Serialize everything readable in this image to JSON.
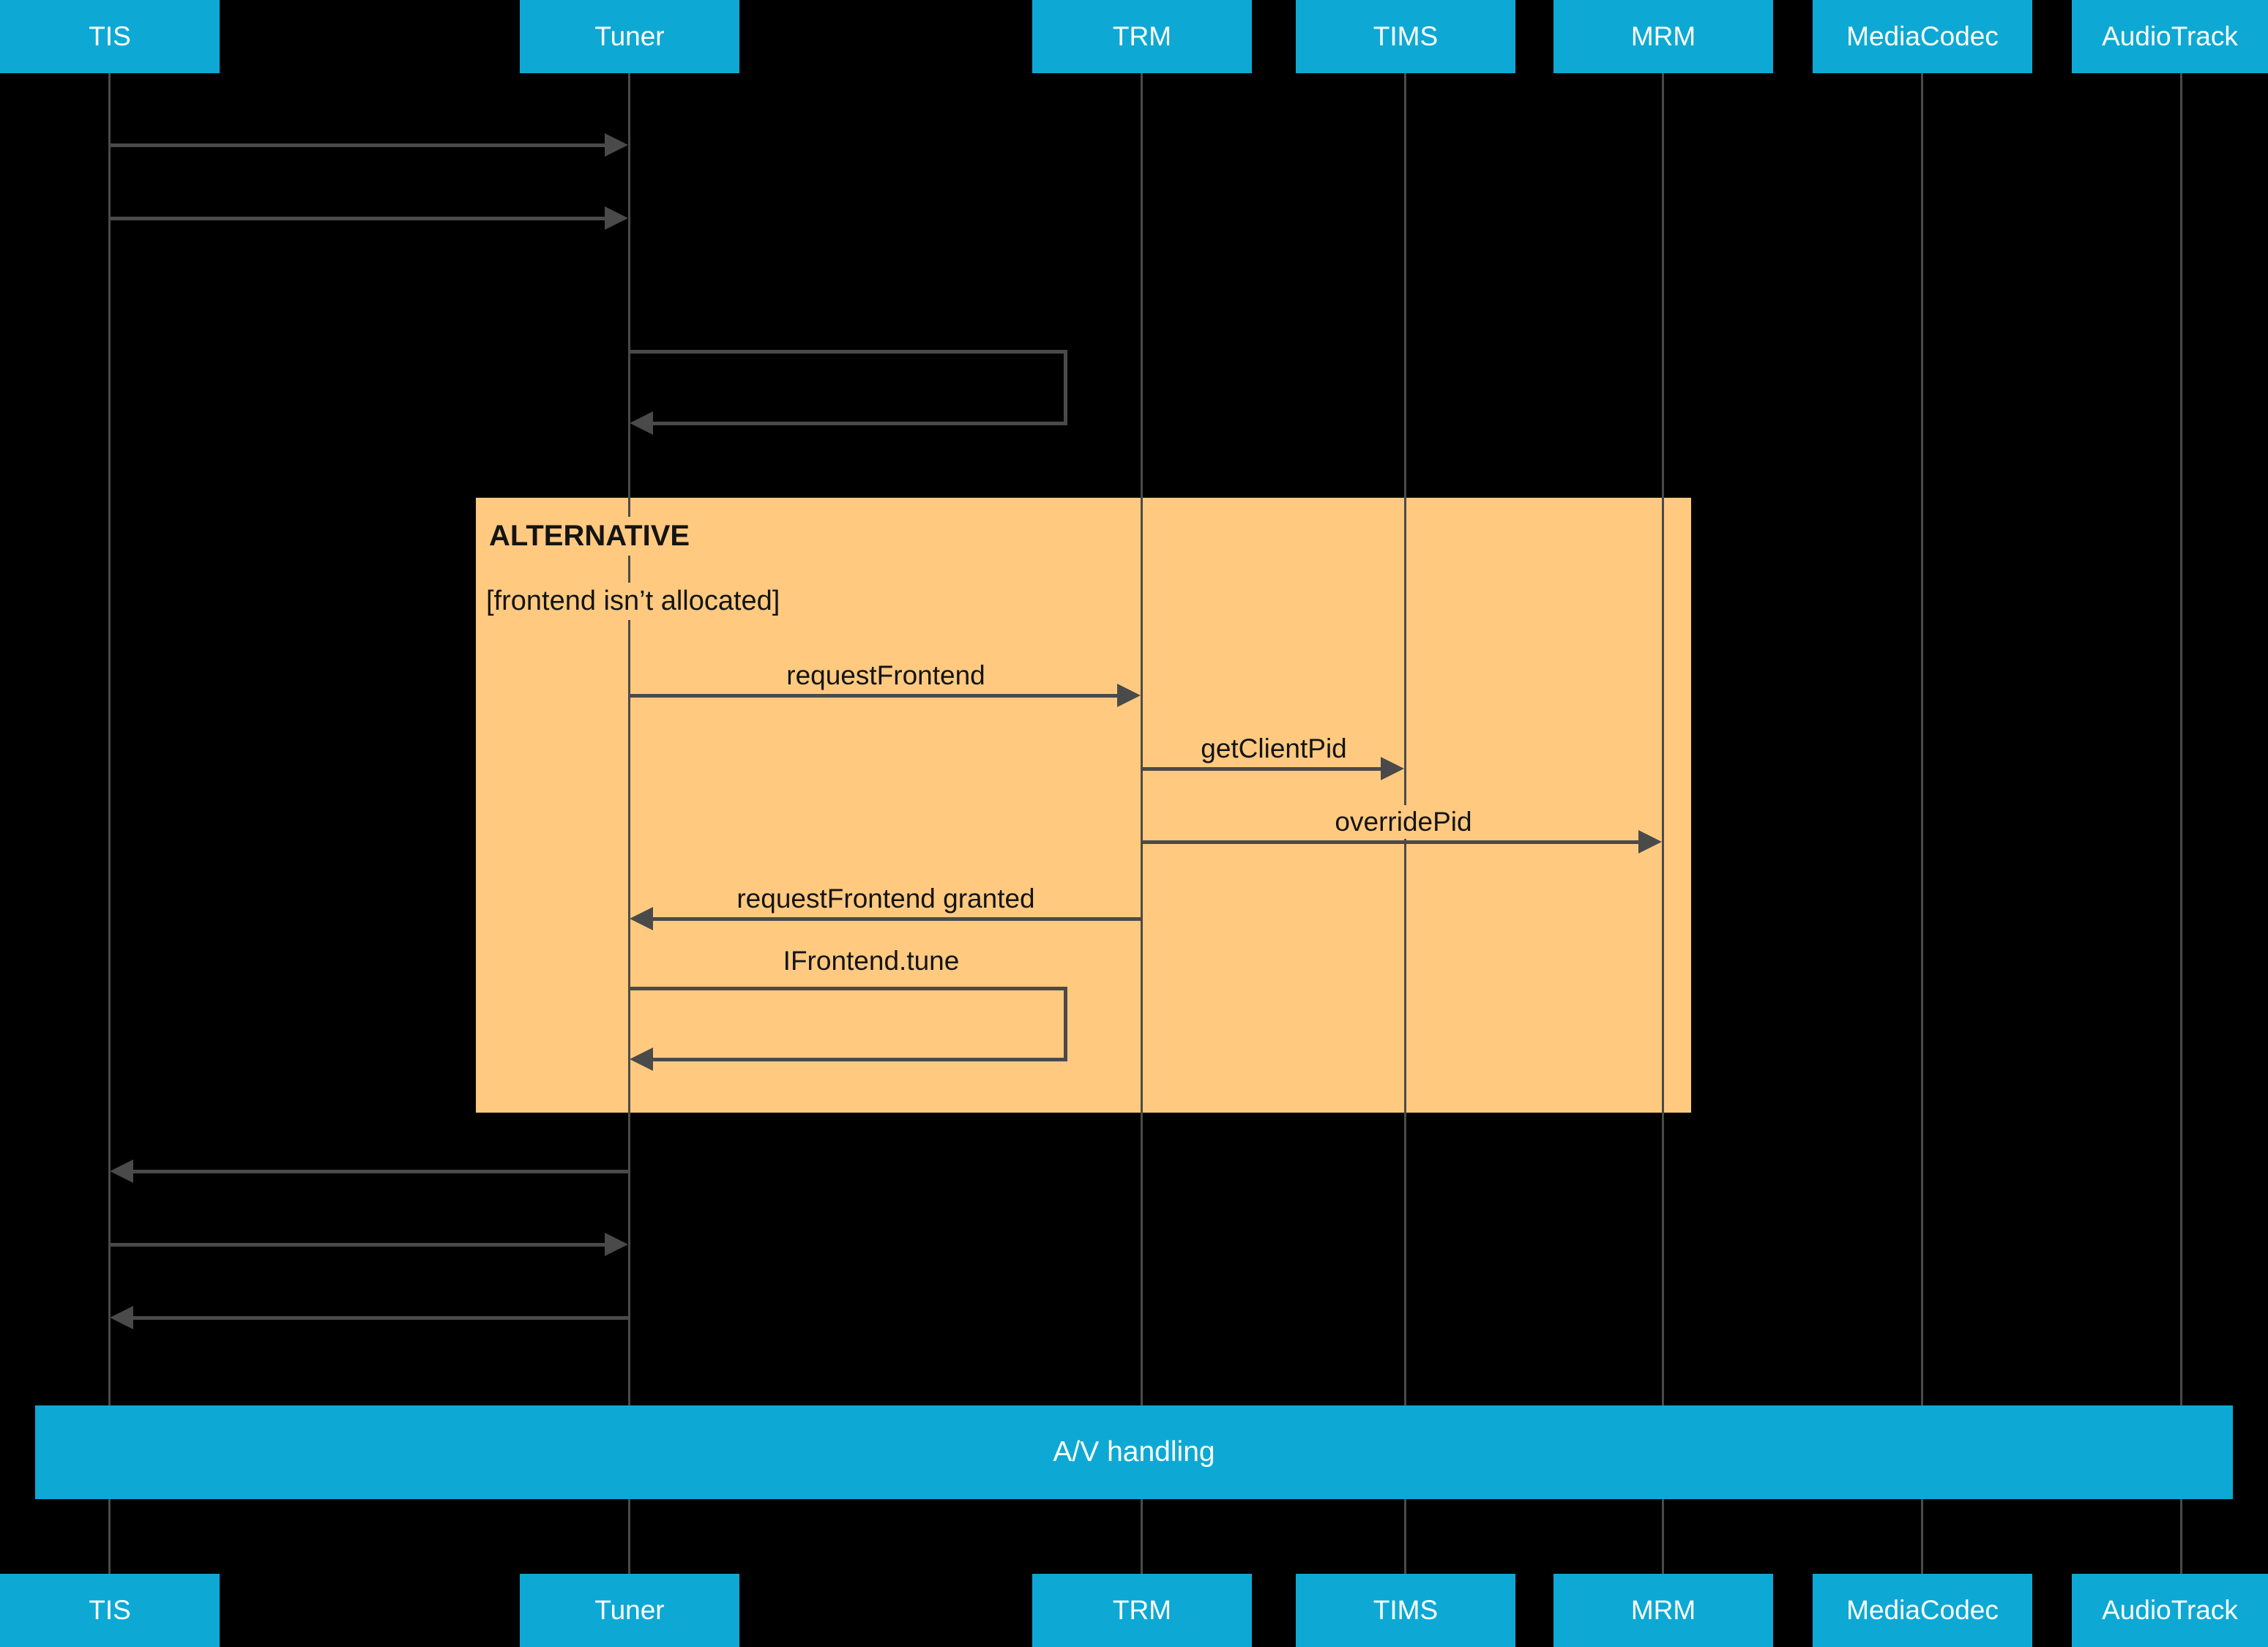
{
  "diagram": {
    "type": "sequence-diagram",
    "participants": [
      {
        "name": "TIS"
      },
      {
        "name": "Tuner"
      },
      {
        "name": "TRM"
      },
      {
        "name": "TIMS"
      },
      {
        "name": "MRM"
      },
      {
        "name": "MediaCodec"
      },
      {
        "name": "AudioTrack"
      }
    ],
    "alternative_fragment": {
      "title": "ALTERNATIVE",
      "condition": "[frontend isn’t allocated]"
    },
    "messages": [
      {
        "from": "TIS",
        "to": "Tuner",
        "label": "",
        "type": "arrow"
      },
      {
        "from": "TIS",
        "to": "Tuner",
        "label": "",
        "type": "arrow"
      },
      {
        "from": "Tuner",
        "to": "Tuner",
        "label": "",
        "type": "self"
      },
      {
        "from": "Tuner",
        "to": "TRM",
        "label": "requestFrontend",
        "type": "arrow"
      },
      {
        "from": "TRM",
        "to": "TIMS",
        "label": "getClientPid",
        "type": "arrow"
      },
      {
        "from": "TRM",
        "to": "MRM",
        "label": "overridePid",
        "type": "arrow"
      },
      {
        "from": "TRM",
        "to": "Tuner",
        "label": "requestFrontend granted",
        "type": "arrow"
      },
      {
        "from": "Tuner",
        "to": "Tuner",
        "label": "IFrontend.tune",
        "type": "self"
      },
      {
        "from": "Tuner",
        "to": "TIS",
        "label": "",
        "type": "arrow"
      },
      {
        "from": "TIS",
        "to": "Tuner",
        "label": "",
        "type": "arrow"
      },
      {
        "from": "Tuner",
        "to": "TIS",
        "label": "",
        "type": "arrow"
      }
    ],
    "activity_bar": {
      "label": "A/V handling"
    },
    "colors": {
      "background": "#000000",
      "participant_bg": "#0da9d4",
      "participant_text": "#ffffff",
      "fragment_bg": "#ffca80",
      "line": "#4a4a4a",
      "label_text": "#141414"
    }
  }
}
